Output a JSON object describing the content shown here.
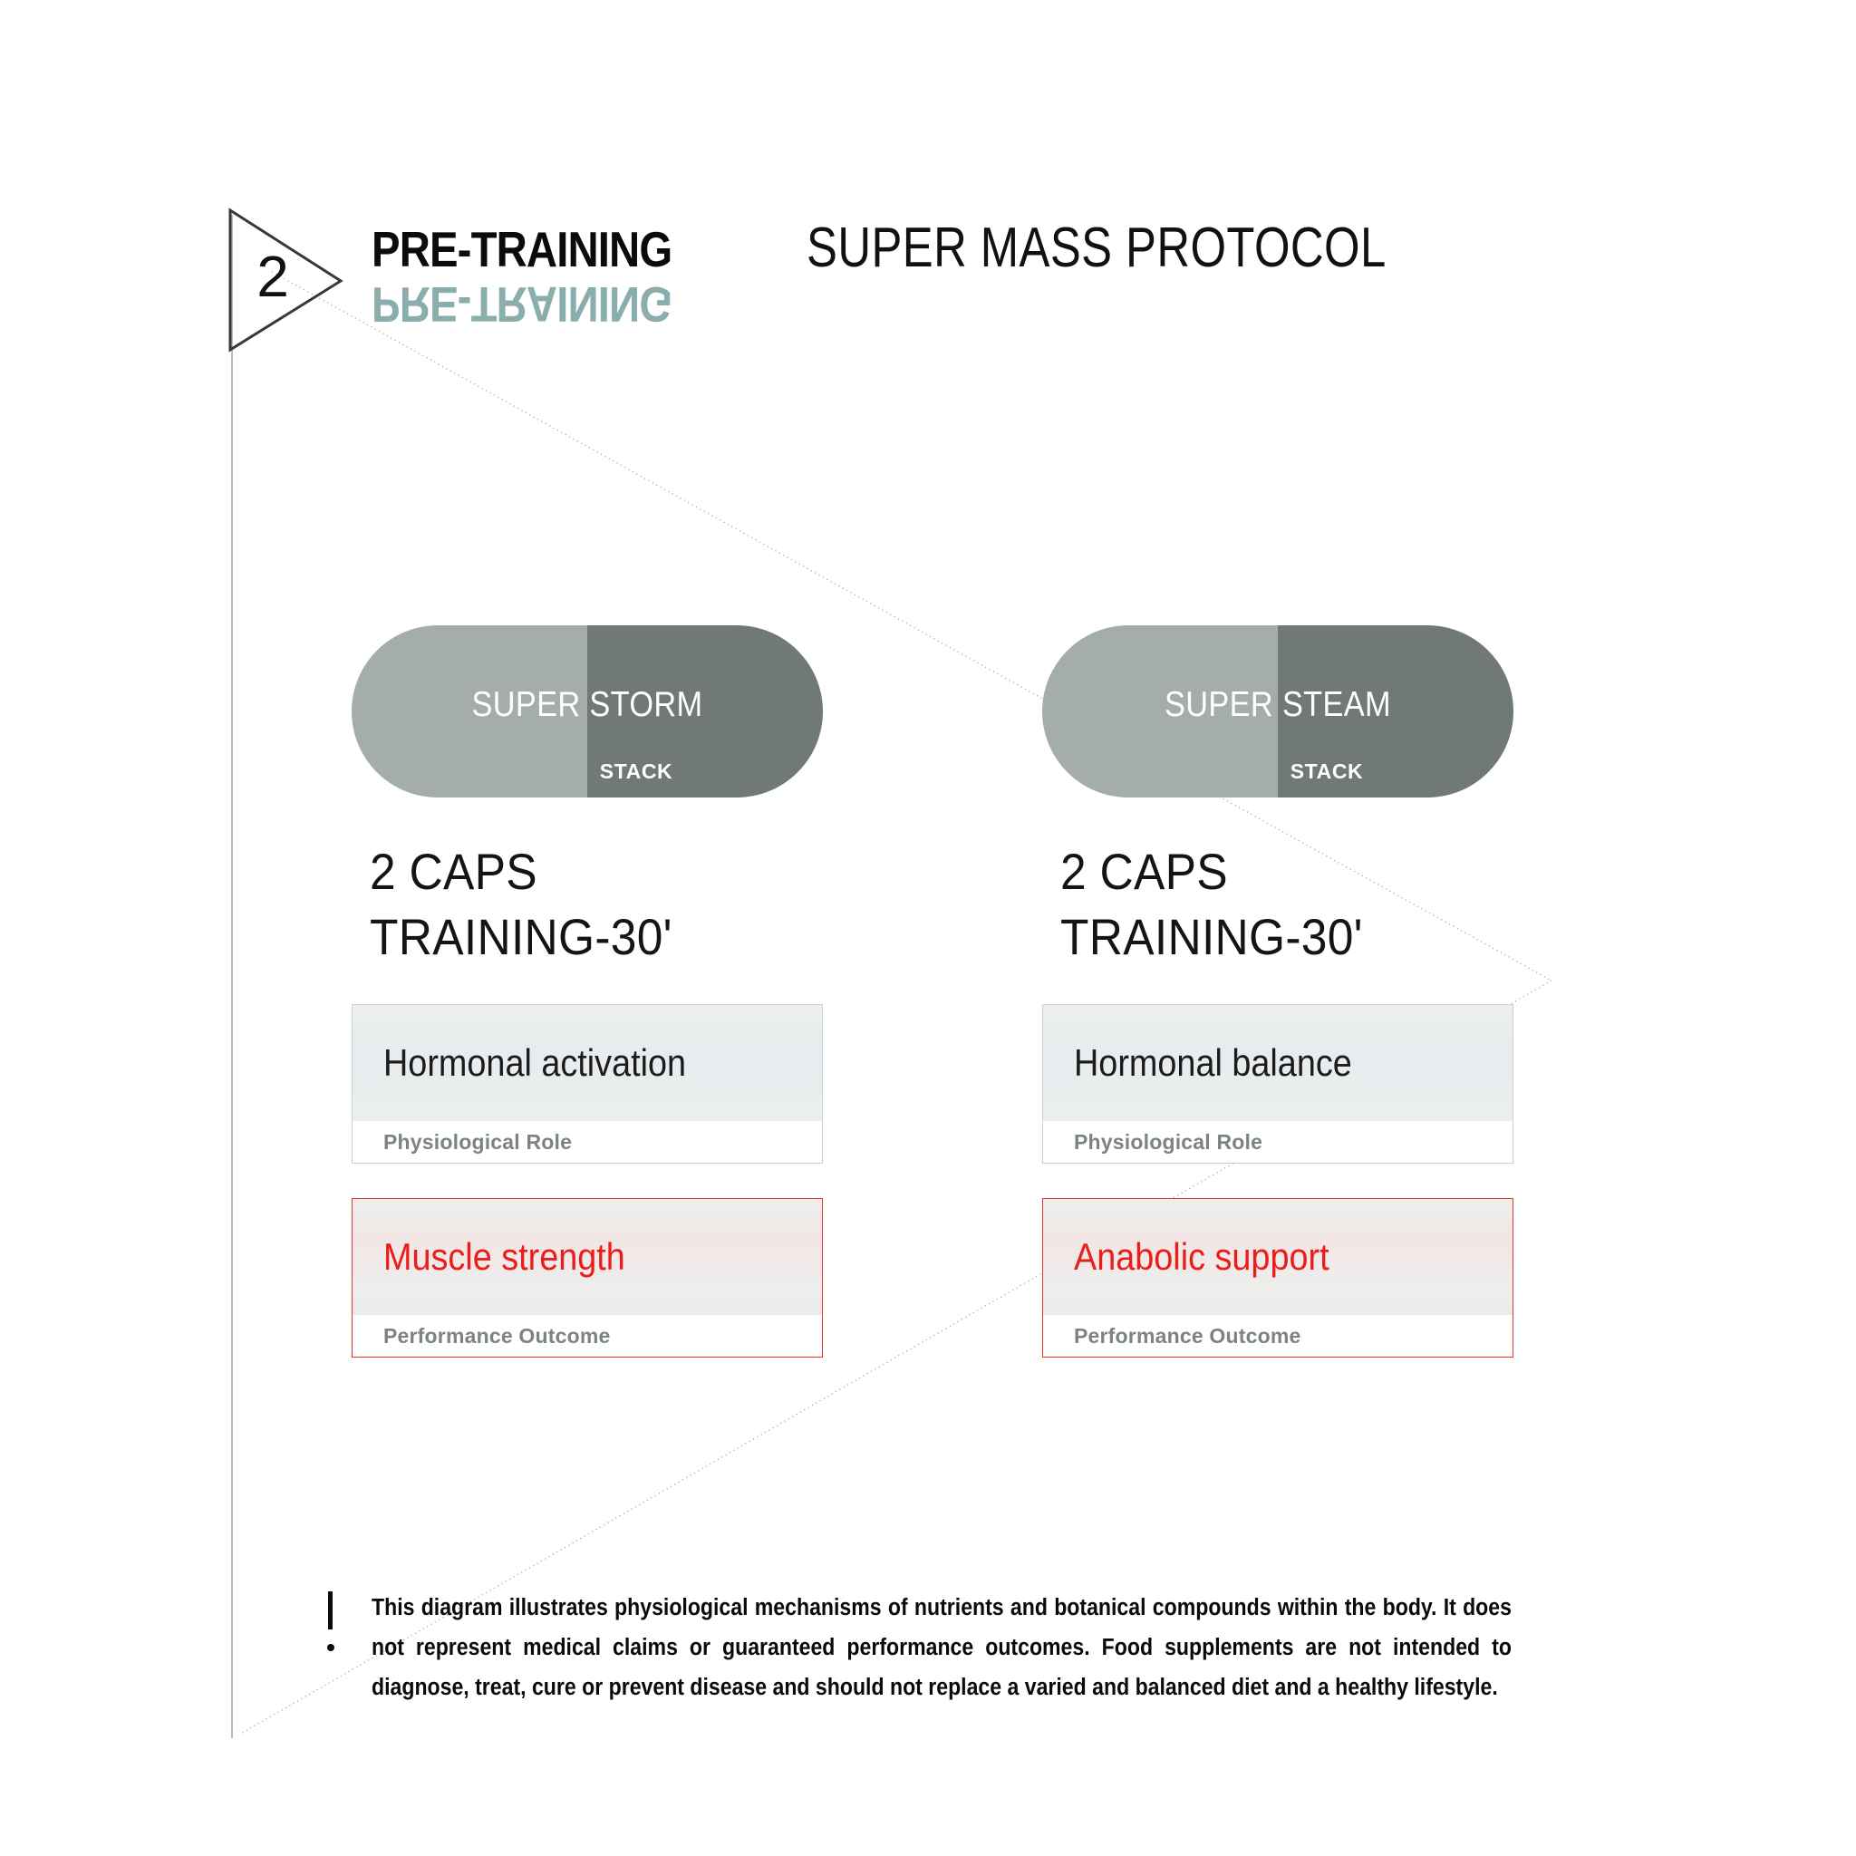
{
  "header": {
    "step_number": "2",
    "phase_title": "PRE-TRAINING",
    "phase_title_reflection": "PRE-TRAINING",
    "protocol_title": "SUPER MASS PROTOCOL",
    "reflection_color": "#83aaa9"
  },
  "colors": {
    "pill_light": "#a4acac",
    "pill_dark": "#707878",
    "role_border": "#c8cfcf",
    "outcome_border": "#e8342a",
    "outcome_text": "#ec1c19",
    "footer_label": "#7b8384"
  },
  "columns": [
    {
      "pill": {
        "name_left": "SUPER",
        "name_right": "STORM",
        "full_name": "SUPER STORM",
        "sub_label": "STACK"
      },
      "dosage": {
        "amount": "2 CAPS",
        "timing": "TRAINING-30'"
      },
      "cards": [
        {
          "title": "Hormonal activation",
          "footer": "Physiological Role",
          "kind": "role"
        },
        {
          "title": "Muscle strength",
          "footer": "Performance Outcome",
          "kind": "outcome"
        }
      ]
    },
    {
      "pill": {
        "name_left": "SUPER",
        "name_right": "STEAM",
        "full_name": "SUPER STEAM",
        "sub_label": "STACK"
      },
      "dosage": {
        "amount": "2 CAPS",
        "timing": "TRAINING-30'"
      },
      "cards": [
        {
          "title": "Hormonal balance",
          "footer": "Physiological Role",
          "kind": "role"
        },
        {
          "title": "Anabolic support",
          "footer": "Performance Outcome",
          "kind": "outcome"
        }
      ]
    }
  ],
  "disclaimer": {
    "text": "This diagram illustrates physiological mechanisms of nutrients and botanical compounds within the body. It does not represent medical claims or guaranteed performance outcomes. Food supplements are not intended to diagnose, treat, cure or prevent disease and should not replace a varied and balanced diet and a healthy lifestyle."
  }
}
